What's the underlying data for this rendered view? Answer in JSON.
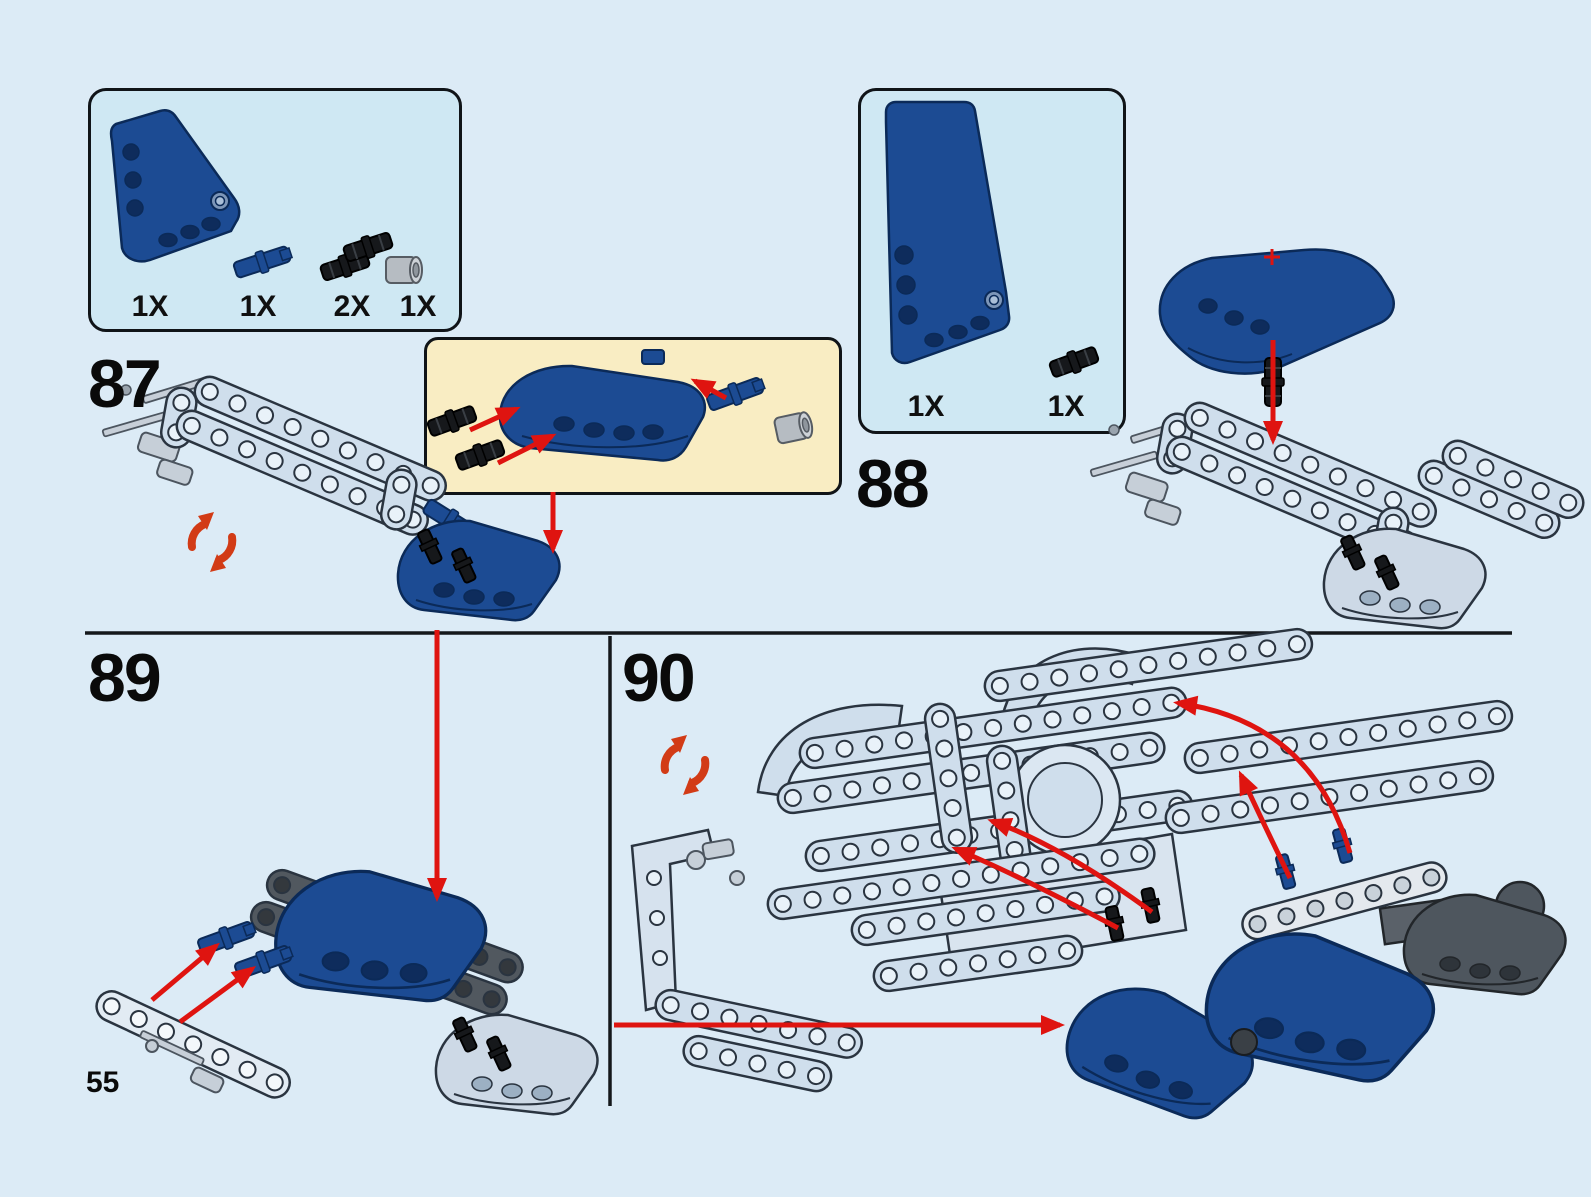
{
  "page": {
    "number": "55"
  },
  "steps": {
    "s87": "87",
    "s88": "88",
    "s89": "89",
    "s90": "90"
  },
  "parts_box_87": {
    "counts": [
      "1X",
      "1X",
      "2X",
      "1X"
    ],
    "parts": [
      "blue side panel",
      "blue axle pin",
      "black pin connector",
      "gray axle sleeve"
    ]
  },
  "parts_box_88": {
    "counts": [
      "1X",
      "1X"
    ],
    "parts": [
      "blue tail panel",
      "black pin connector"
    ]
  },
  "icons": {
    "rotate": "rotate-model-icon"
  },
  "colors": {
    "page_background": "#dcebf6",
    "parts_box_background": "#cfe8f3",
    "callout_background": "#f9edc3",
    "lego_blue": "#1c4b93",
    "lego_light_blue": "#cfdeec",
    "lego_dark_gray": "#51585f",
    "lego_gray": "#c6cfd8",
    "arrow_red": "#df1410",
    "line_black": "#15181b"
  }
}
